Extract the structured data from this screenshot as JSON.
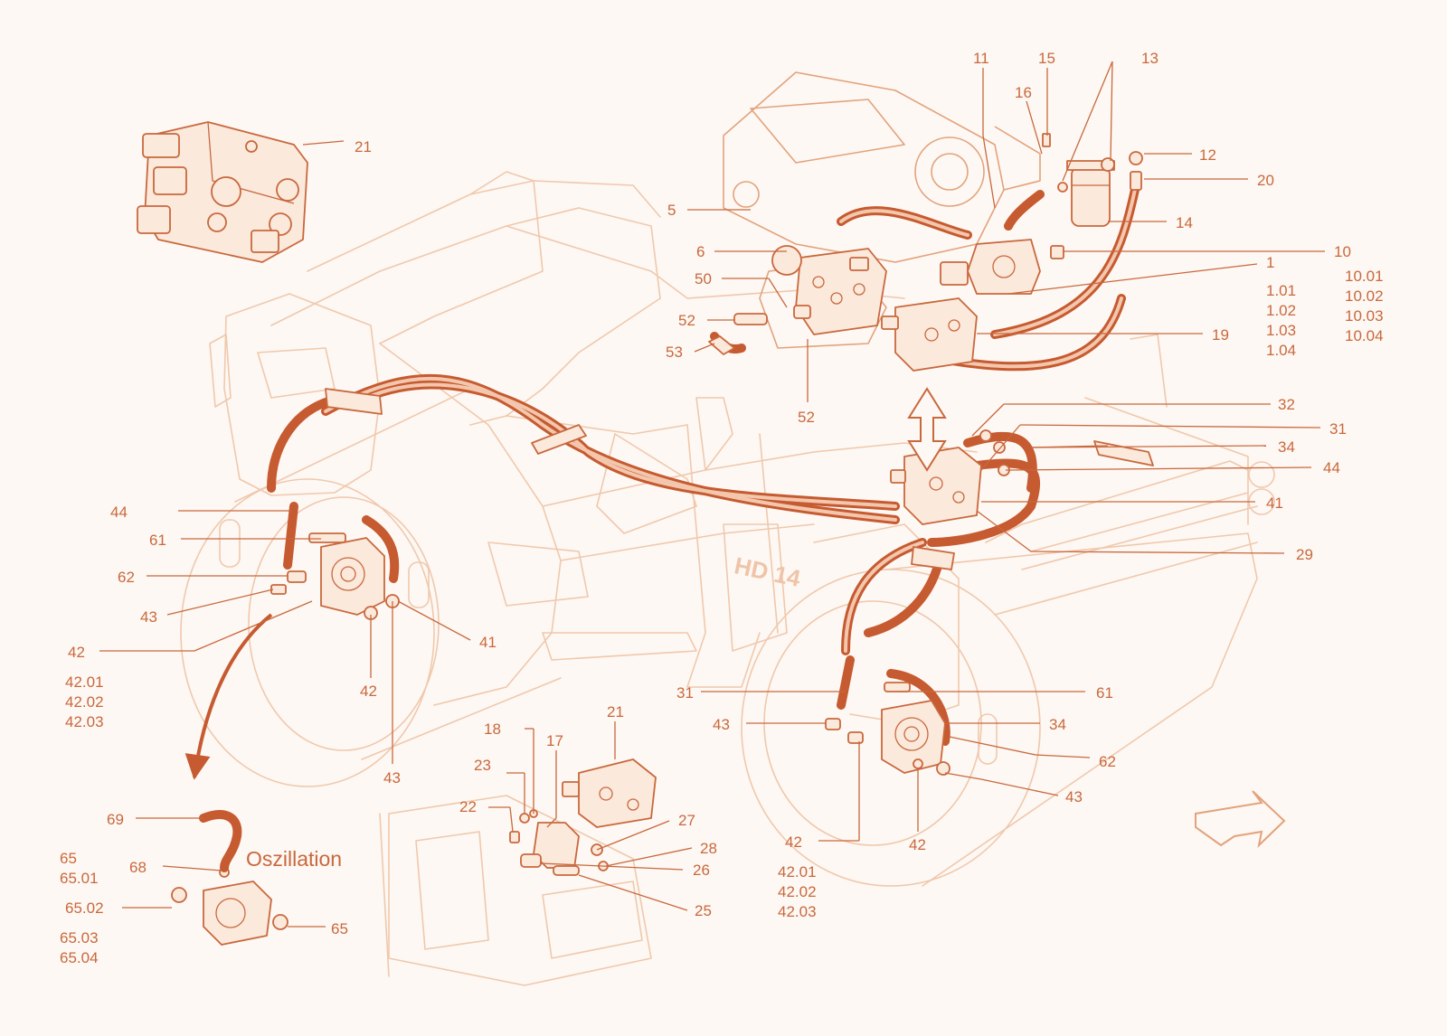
{
  "colors": {
    "accent": "#c9683d",
    "hose": "#c65a30",
    "outline": "#f0c8ad",
    "background": "#fdf8f3"
  },
  "frame_stamp": "HD 14",
  "oscillation_label": "Oszillation",
  "callouts": [
    "21",
    "11",
    "15",
    "13",
    "16",
    "12",
    "20",
    "14",
    "5",
    "6",
    "10",
    "10.01",
    "10.02",
    "10.03",
    "10.04",
    "1",
    "1.01",
    "1.02",
    "1.03",
    "1.04",
    "50",
    "52",
    "53",
    "19",
    "52",
    "32",
    "31",
    "34",
    "44",
    "41",
    "29",
    "44",
    "61",
    "62",
    "43",
    "42",
    "42.01",
    "42.02",
    "42.03",
    "41",
    "42",
    "43",
    "31",
    "61",
    "43",
    "34",
    "62",
    "43",
    "42",
    "42",
    "42.01",
    "42.02",
    "42.03",
    "18",
    "21",
    "17",
    "23",
    "22",
    "27",
    "28",
    "26",
    "25",
    "69",
    "65",
    "65.01",
    "68",
    "65.02",
    "65",
    "65.03",
    "65.04"
  ]
}
